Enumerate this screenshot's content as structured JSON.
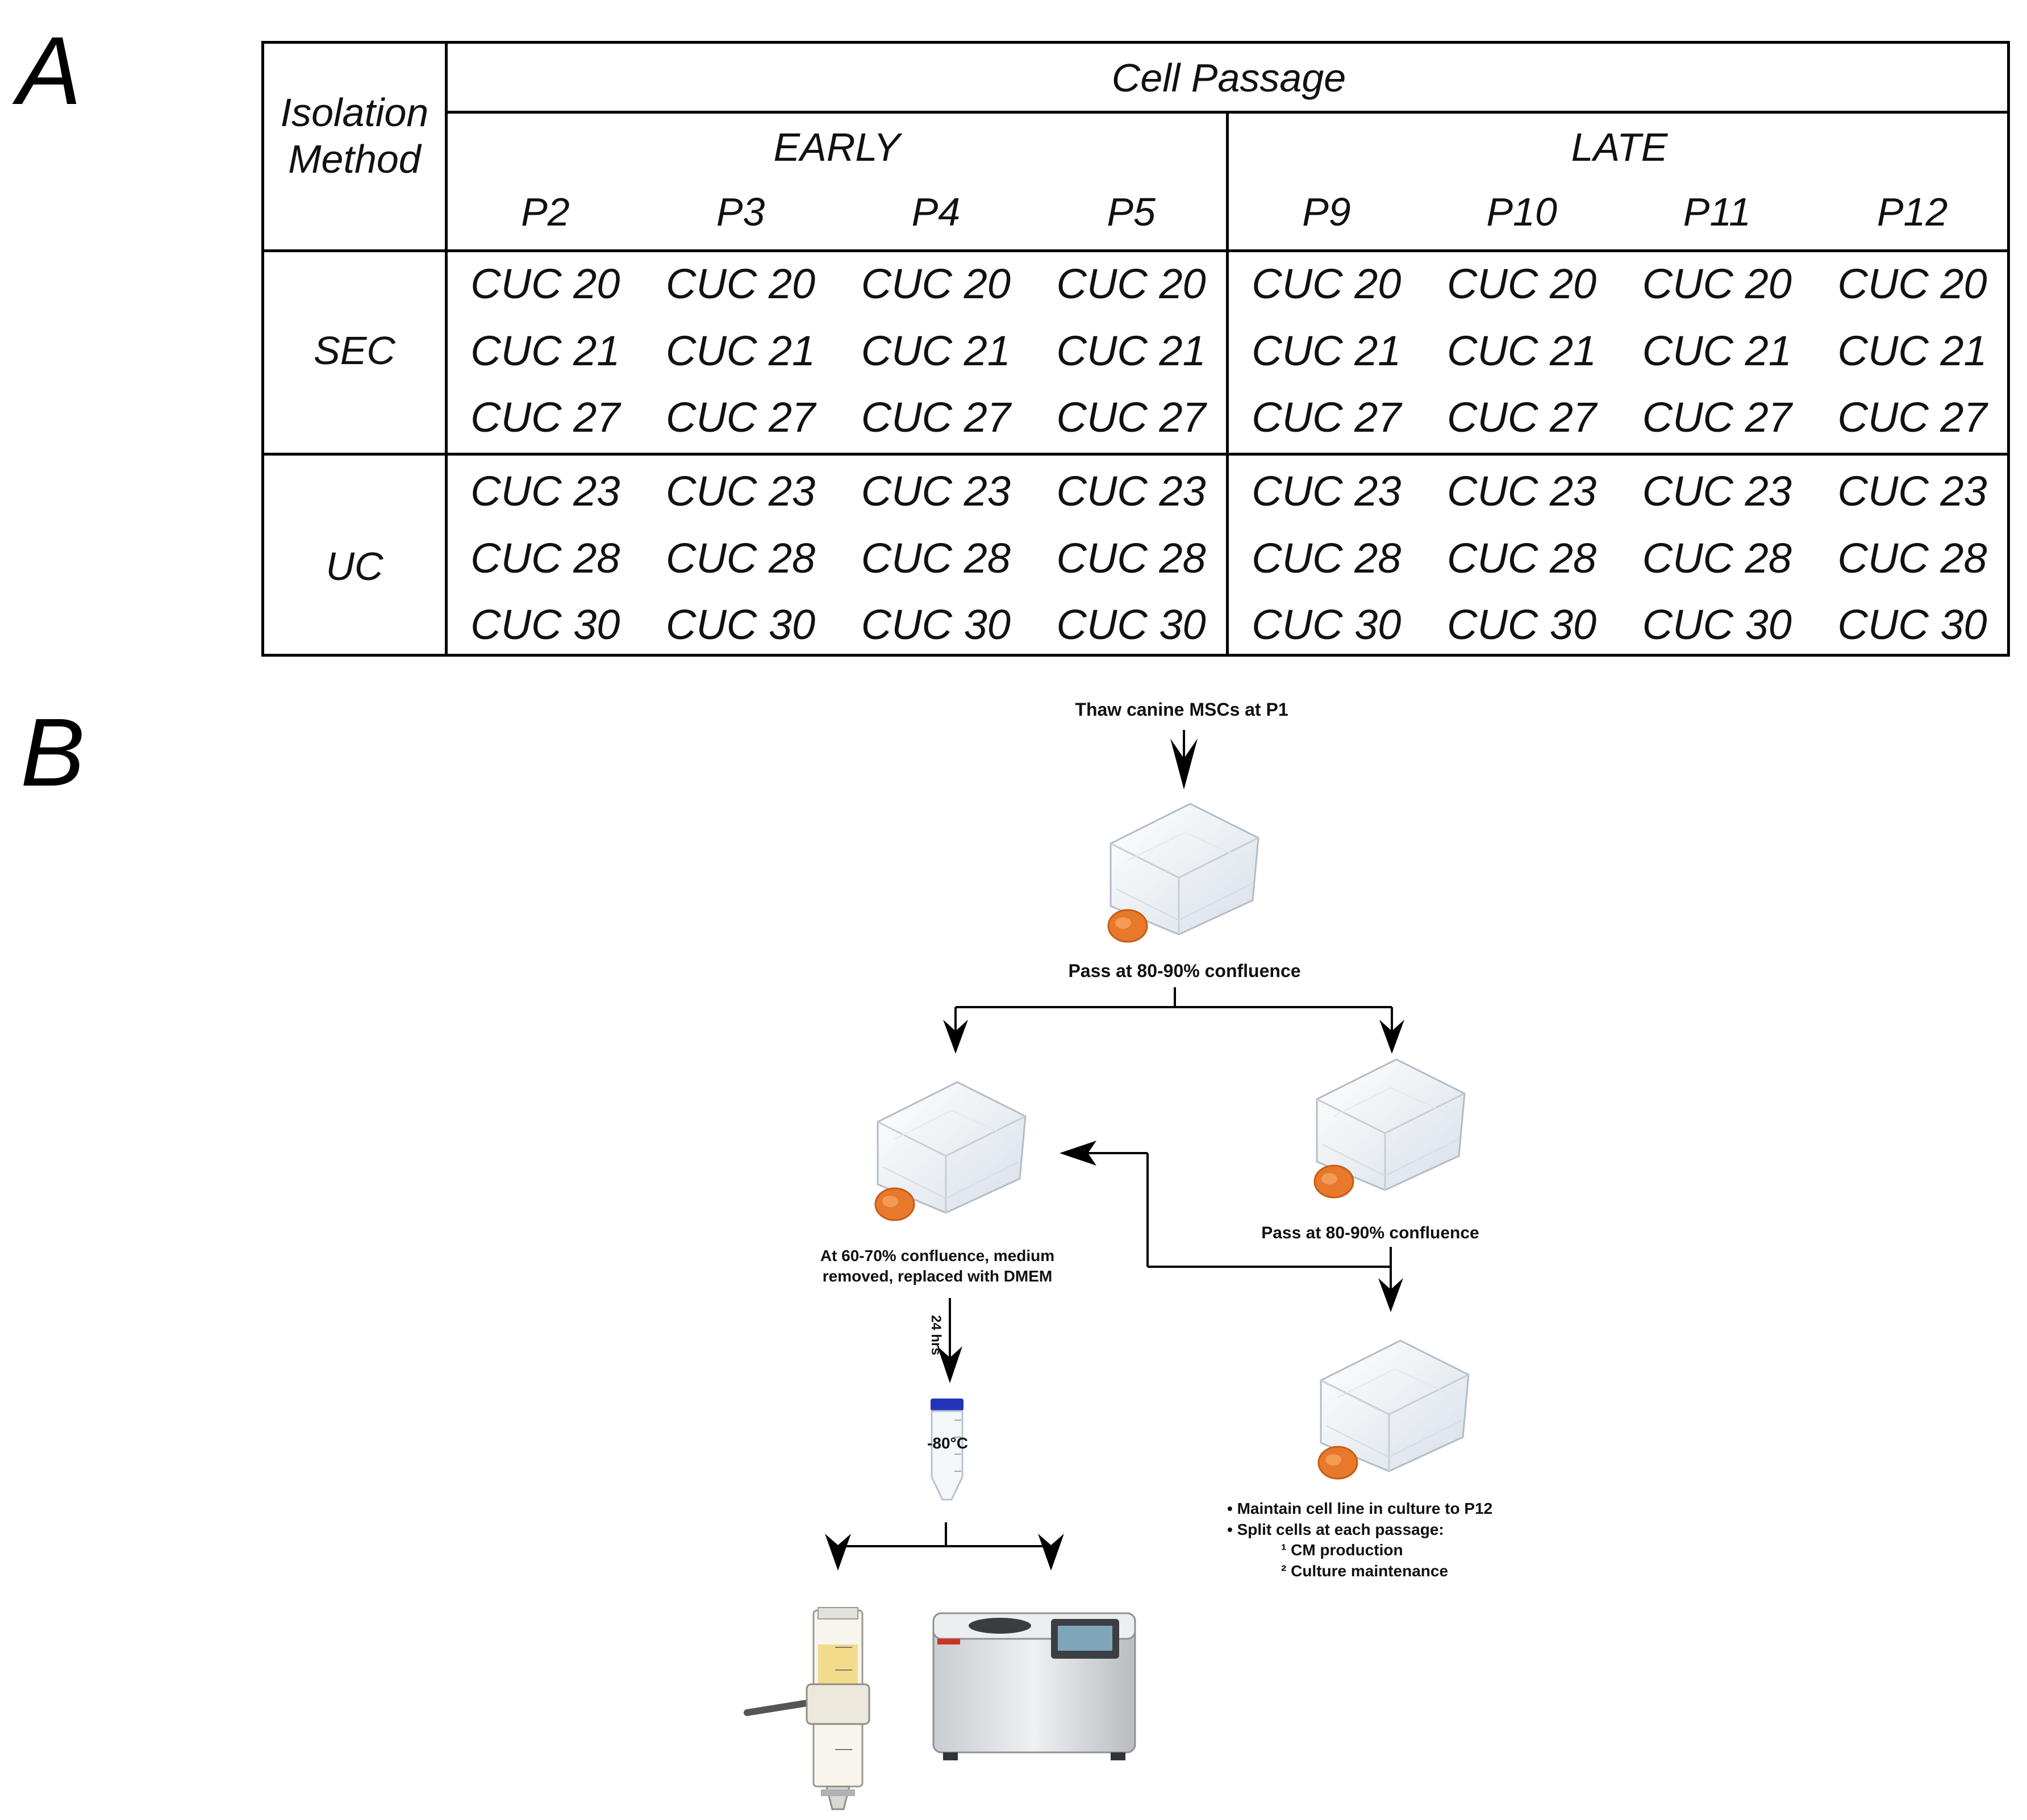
{
  "panel_a": {
    "label": "A",
    "corner_header": [
      "Isolation",
      "Method"
    ],
    "top_header": "Cell Passage",
    "groups": [
      {
        "name": "EARLY",
        "passages": [
          "P2",
          "P3",
          "P4",
          "P5"
        ]
      },
      {
        "name": "LATE",
        "passages": [
          "P9",
          "P10",
          "P11",
          "P12"
        ]
      }
    ],
    "rows": [
      {
        "method": "SEC",
        "lines": [
          "CUC 20",
          "CUC 21",
          "CUC 27"
        ]
      },
      {
        "method": "UC",
        "lines": [
          "CUC 23",
          "CUC 28",
          "CUC 30"
        ]
      }
    ]
  },
  "panel_b": {
    "label": "B",
    "thaw": "Thaw canine MSCs at P1",
    "pass1": "Pass at 80-90% confluence",
    "cm_step": [
      "At 60-70% confluence, medium",
      "removed, replaced with DMEM"
    ],
    "time": "24 hrs",
    "freeze": "-80°C",
    "pass2": "Pass at 80-90% confluence",
    "maintain": [
      "• Maintain cell line in culture to P12",
      "• Split cells at each passage:",
      "¹ CM production",
      "² Culture maintenance"
    ],
    "colors": {
      "cap": "#e8782a",
      "tube_cap": "#2233bb",
      "flask": "#dfe6ec"
    }
  }
}
